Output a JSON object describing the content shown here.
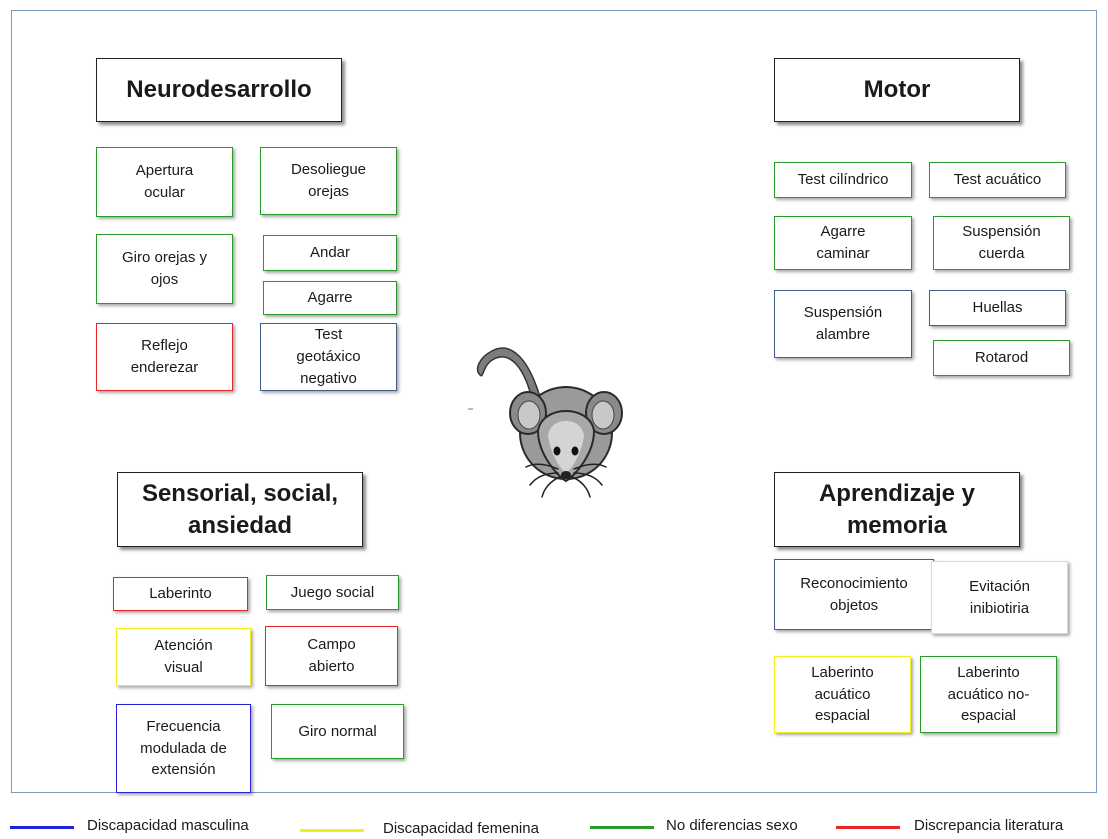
{
  "colors": {
    "masculina": "#2222dd",
    "femenina": "#f2ef1a",
    "no_diferencias": "#2a9a2a",
    "discrepancia": "#e8262a",
    "neutral": "#3d5f8a"
  },
  "headers": {
    "neurodesarrollo": "Neurodesarrollo",
    "motor": "Motor",
    "sensorial": "Sensorial, social,\nansiedad",
    "aprendizaje": "Aprendizaje y\nmemoria"
  },
  "boxes": {
    "apertura_ocular": "Apertura\nocular",
    "desoliegue_orejas": "Desoliegue\norejas",
    "giro_orejas_ojos": "Giro orejas y\nojos",
    "andar": "Andar",
    "agarre": "Agarre",
    "reflejo_enderezar": "Reflejo\nenderezar",
    "test_geotaxico": "Test\ngeotáxico\nnegativo",
    "test_cilindrico": "Test cilíndrico",
    "test_acuatico": "Test acuático",
    "agarre_caminar": "Agarre\ncaminar",
    "suspension_cuerda": "Suspensión\ncuerda",
    "suspension_alambre": "Suspensión\nalambre",
    "huellas": "Huellas",
    "rotarod": "Rotarod",
    "laberinto": "Laberinto",
    "juego_social": "Juego social",
    "atencion_visual": "Atención\nvisual",
    "campo_abierto": "Campo\nabierto",
    "frecuencia_modulada": "Frecuencia\nmodulada de\nextensión",
    "giro_normal": "Giro normal",
    "reconocimiento_objetos": "Reconocimiento\nobjetos",
    "evitacion_inhibitoria": "Evitación\ninibiotiria",
    "laberinto_acuatico_espacial": "Laberinto\nacuático\nespacial",
    "laberinto_acuatico_no_espacial": "Laberinto\nacuático no-\nespacial"
  },
  "legend": {
    "masculina": "Discapacidad masculina",
    "femenina": "Discapacidad femenina",
    "no_diferencias": "No diferencias sexo",
    "discrepancia": "Discrepancia literatura"
  }
}
